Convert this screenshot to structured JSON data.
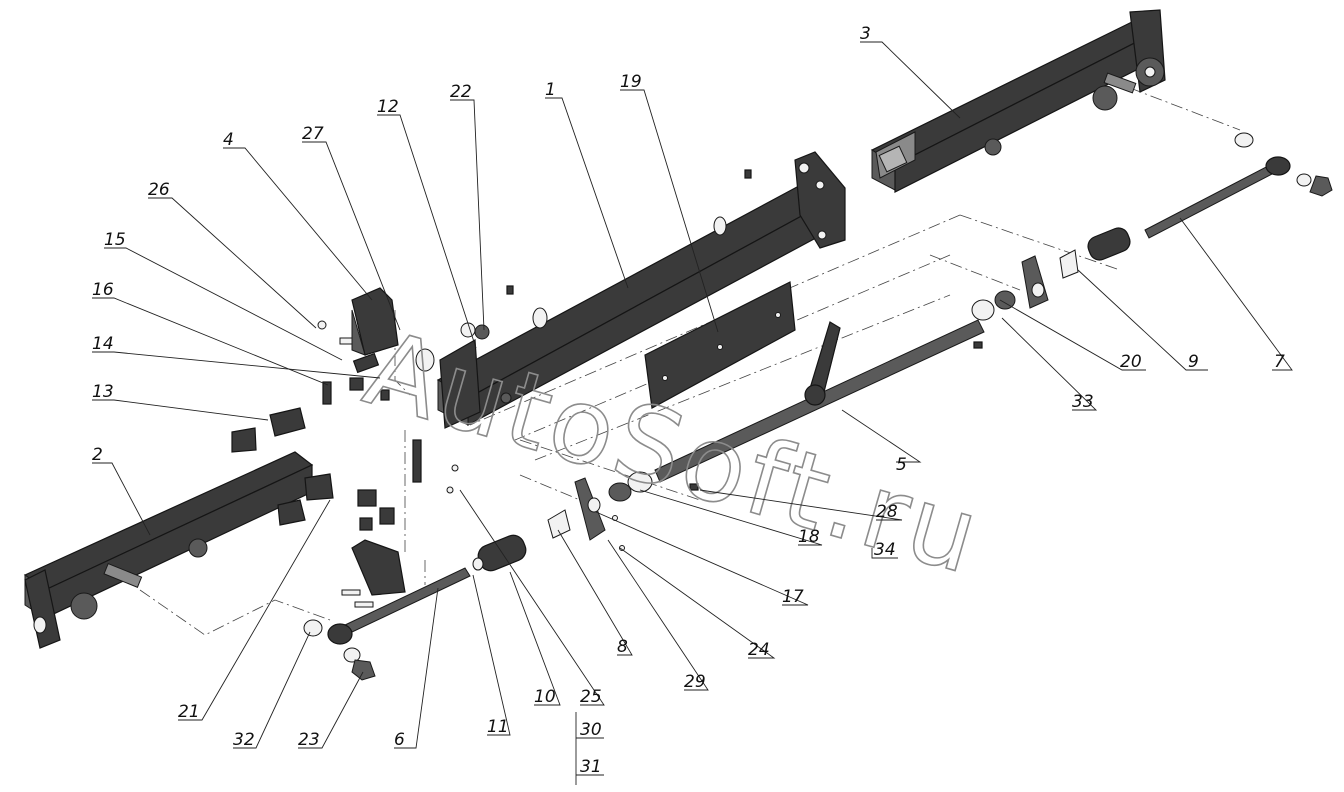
{
  "watermark": "AutoSoft.ru",
  "labels": {
    "p1": "1",
    "p2": "2",
    "p3": "3",
    "p4": "4",
    "p5": "5",
    "p6": "6",
    "p7": "7",
    "p8": "8",
    "p9": "9",
    "p10": "10",
    "p11": "11",
    "p12": "12",
    "p13": "13",
    "p14": "14",
    "p15": "15",
    "p16": "16",
    "p17": "17",
    "p18": "18",
    "p19": "19",
    "p20": "20",
    "p21": "21",
    "p22": "22",
    "p23": "23",
    "p24": "24",
    "p25": "25",
    "p26": "26",
    "p27": "27",
    "p28": "28",
    "p29": "29",
    "p30": "30",
    "p31": "31",
    "p32": "32",
    "p33": "33",
    "p34": "34"
  }
}
